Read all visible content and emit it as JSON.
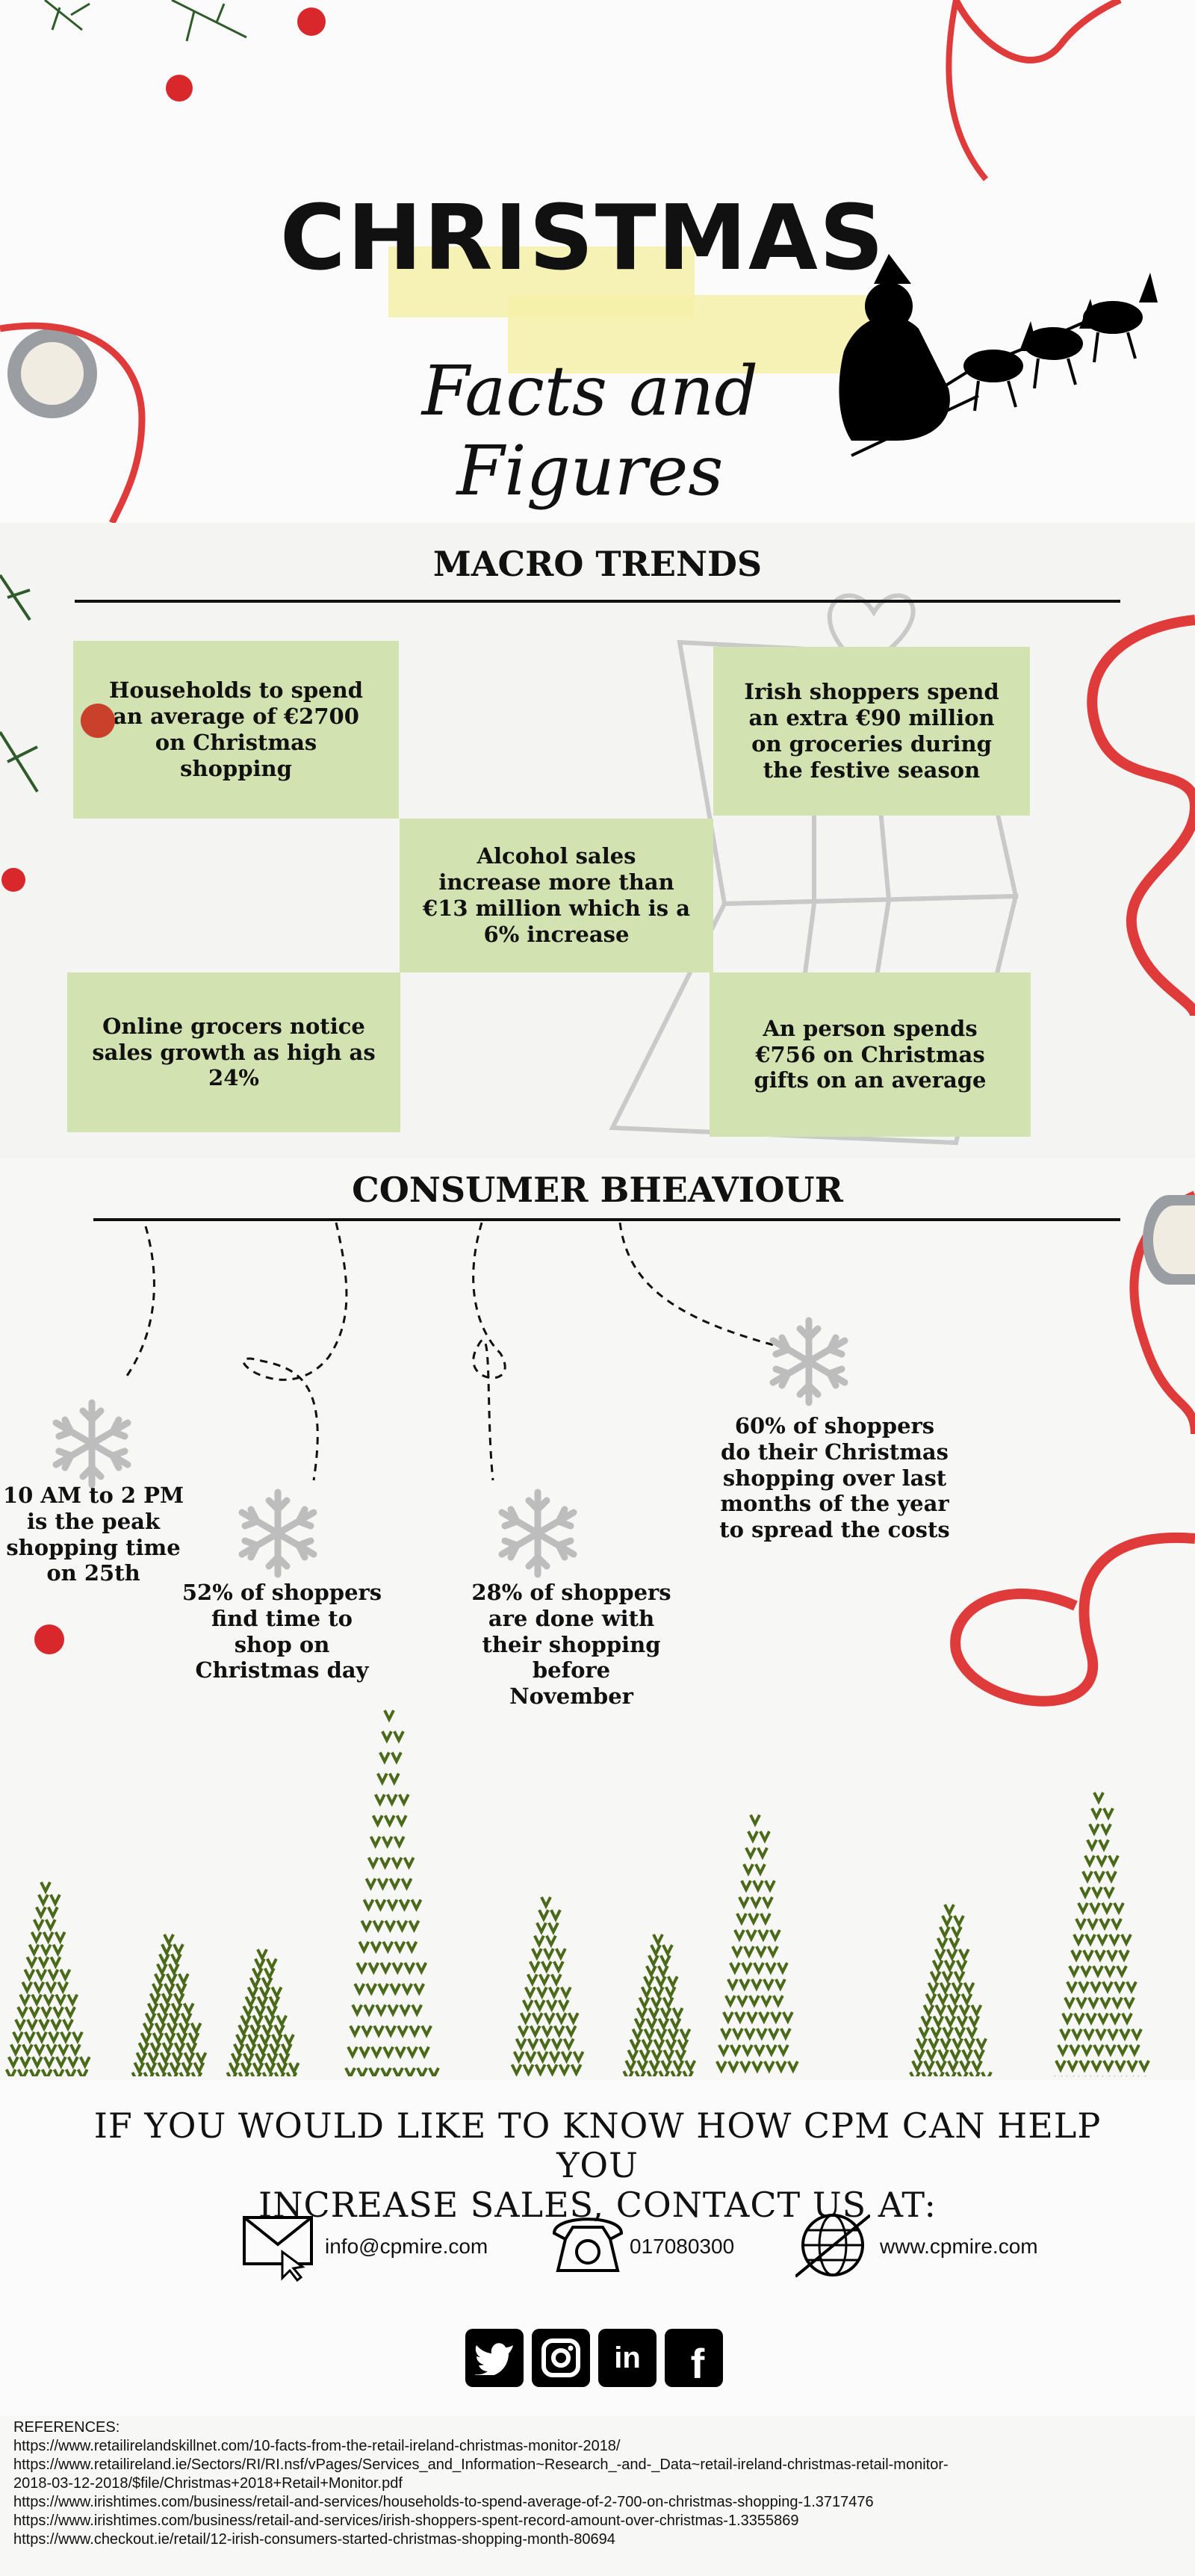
{
  "header": {
    "title": "CHRISTMAS",
    "subtitle": "Facts and Figures"
  },
  "macro": {
    "title": "MACRO TRENDS",
    "boxes": [
      "Households to spend an average of €2700 on Christmas shopping",
      "Irish shoppers spend an extra €90 million on groceries during the festive season",
      "Alcohol sales increase more than €13 million which is a 6% increase",
      "Online grocers notice sales growth as high as 24%",
      "An person spends €756 on Christmas gifts on an average"
    ]
  },
  "consumer": {
    "title": "CONSUMER BHEAVIOUR",
    "items": [
      "10 AM to 2 PM is the peak shopping time on 25th",
      "52% of shoppers find time to shop on Christmas day",
      "28% of shoppers are done with their shopping before November",
      "60% of shoppers do their Christmas shopping over last months of the year to spread the costs"
    ]
  },
  "cta": {
    "line1": "IF YOU WOULD LIKE TO KNOW HOW CPM CAN HELP YOU",
    "line2": "INCREASE SALES, CONTACT US AT:"
  },
  "contacts": {
    "email": "info@cpmire.com",
    "phone": "017080300",
    "web": "www.cpmire.com"
  },
  "icons": [
    "mail-icon",
    "phone-icon",
    "globe-icon",
    "twitter-icon",
    "instagram-icon",
    "linkedin-icon",
    "facebook-icon",
    "snowflake-icon",
    "christmas-tree-icon",
    "reindeer-sleigh-icon",
    "gift-box-icon",
    "candle-icon",
    "ribbon-icon",
    "berry-icon"
  ],
  "colors": {
    "box_green": "#d2e2b0",
    "tree_green": "#4a6a1a",
    "ribbon_red": "#e03b3b",
    "highlight": "#f4f0a8"
  },
  "references": {
    "heading": "REFERENCES:",
    "lines": [
      "https://www.retailirelandskillnet.com/10-facts-from-the-retail-ireland-christmas-monitor-2018/",
      "https://www.retailireland.ie/Sectors/RI/RI.nsf/vPages/Services_and_Information~Research_-and-_Data~retail-ireland-christmas-retail-monitor-",
      "2018-03-12-2018/$file/Christmas+2018+Retail+Monitor.pdf",
      "https://www.irishtimes.com/business/retail-and-services/households-to-spend-average-of-2-700-on-christmas-shopping-1.3717476",
      "https://www.irishtimes.com/business/retail-and-services/irish-shoppers-spent-record-amount-over-christmas-1.3355869",
      "https://www.checkout.ie/retail/12-irish-consumers-started-christmas-shopping-month-80694"
    ]
  }
}
